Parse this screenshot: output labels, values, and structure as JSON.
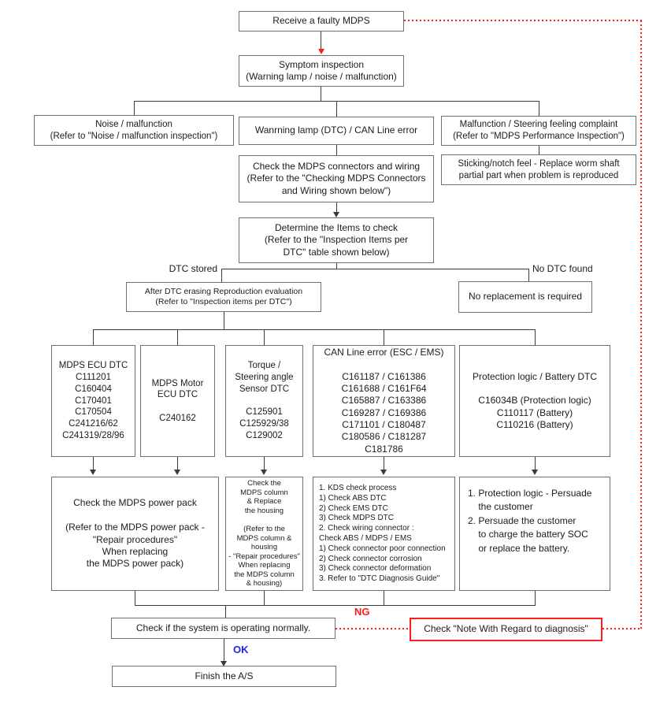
{
  "diagram": {
    "colors": {
      "line": "#3a3a3a",
      "box_border": "#6f6f6f",
      "red": "#ff1c1c",
      "blue": "#2222ee",
      "text": "#1c1c1c"
    },
    "labels": {
      "dtc_stored": "DTC stored",
      "no_dtc_found": "No DTC found",
      "ng": "NG",
      "ok": "OK"
    },
    "nodes": {
      "receive": "Receive a faulty MDPS",
      "symptom": [
        "Symptom inspection",
        "(Warning lamp / noise / malfunction)"
      ],
      "noise": [
        "Noise / malfunction",
        "(Refer to \"Noise / malfunction inspection\")"
      ],
      "warning": "Wanrning lamp (DTC) / CAN Line error",
      "malfunction": [
        "Malfunction / Steering feeling complaint",
        "(Refer to \"MDPS Performance Inspection\")"
      ],
      "sticking": [
        "Sticking/notch feel - Replace worm shaft",
        "partial part when problem is reproduced"
      ],
      "connectors": [
        "Check the MDPS connectors and wiring",
        "(Refer to the \"Checking MDPS Connectors",
        "and Wiring shown below\")"
      ],
      "determine": [
        "Determine the Items to check",
        "(Refer to the \"Inspection Items per",
        "DTC\" table shown below)"
      ],
      "after_dtc": [
        "After DTC erasing Reproduction evaluation",
        "(Refer to \"Inspection items per DTC\")"
      ],
      "no_replacement": "No replacement is required",
      "mdps_ecu_dtc": [
        "MDPS ECU DTC",
        "C111201",
        "C160404",
        "C170401",
        "C170504",
        "C241216/62",
        "C241319/28/96"
      ],
      "motor_ecu_dtc": [
        "MDPS Motor",
        "ECU DTC",
        "",
        "C240162"
      ],
      "torque_sensor_dtc": [
        "Torque /",
        "Steering angle",
        "Sensor DTC",
        "",
        "C125901",
        "C125929/38",
        "C129002"
      ],
      "can_line_dtc": [
        "CAN Line error (ESC / EMS)",
        "",
        "C161187 / C161386",
        "C161688 / C161F64",
        "C165887 / C163386",
        "C169287 / C169386",
        "C171101 / C180487",
        "C180586 / C181287",
        "C181786"
      ],
      "protection_dtc": [
        "Protection logic / Battery DTC",
        "",
        "C16034B (Protection logic)",
        "C110117 (Battery)",
        "C110216 (Battery)"
      ],
      "power_pack": [
        "Check the MDPS power pack",
        "",
        "(Refer to the MDPS power pack -",
        "\"Repair procedures\"",
        "When replacing",
        "the MDPS power pack)"
      ],
      "column_housing": [
        "Check the",
        "MDPS column",
        "& Replace",
        "the housing",
        "",
        "(Refer to the",
        "MDPS column &",
        "housing",
        "- \"Repair procedures\"",
        "When replacing",
        "the MDPS column",
        "& housing)"
      ],
      "kds_process": [
        "1. KDS check process",
        "1) Check ABS DTC",
        "2) Check EMS DTC",
        "3) Check MDPS DTC",
        "2. Check wiring connector :",
        "Check ABS / MDPS / EMS",
        "1) Check connector poor connection",
        "2) Check connector corrosion",
        "3) Check connector deformation",
        "3. Refer to \"DTC Diagnosis Guide\""
      ],
      "persuade": [
        "1. Protection logic - Persuade",
        "    the customer",
        "2. Persuade the customer",
        "    to charge the battery SOC",
        "    or replace the battery."
      ],
      "check_system": "Check if the system is operating normally.",
      "note_diagnosis": "Check \"Note With Regard to diagnosis\"",
      "finish": "Finish the A/S"
    }
  }
}
